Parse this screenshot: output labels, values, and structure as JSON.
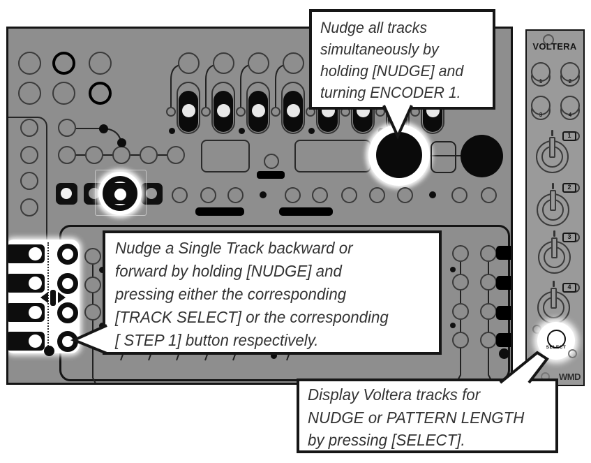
{
  "callouts": {
    "top": {
      "lines": [
        "Nudge all tracks",
        "simultaneously by",
        "holding [NUDGE] and",
        "turning ENCODER 1."
      ]
    },
    "middle": {
      "lines": [
        "Nudge a Single Track backward or",
        "forward by holding [NUDGE] and",
        "pressing either the corresponding",
        "[TRACK SELECT] or the corresponding",
        "[ STEP 1] button respectively."
      ]
    },
    "bottom": {
      "lines": [
        "Display Voltera tracks for",
        "NUDGE or PATTERN LENGTH",
        "by pressing [SELECT]."
      ]
    }
  },
  "voltera_panel": {
    "title": "VOLTERA",
    "brand": "WMD",
    "select_label": "SELECT",
    "jack_labels": [
      "1",
      "2",
      "3",
      "4"
    ],
    "track_knob_labels": [
      "1",
      "2",
      "3",
      "4"
    ]
  },
  "colors": {
    "panel_gray": "#8e8e8e",
    "expander_gray": "#9a9a9a",
    "line_black": "#141414",
    "highlight_white": "#ffffff"
  }
}
